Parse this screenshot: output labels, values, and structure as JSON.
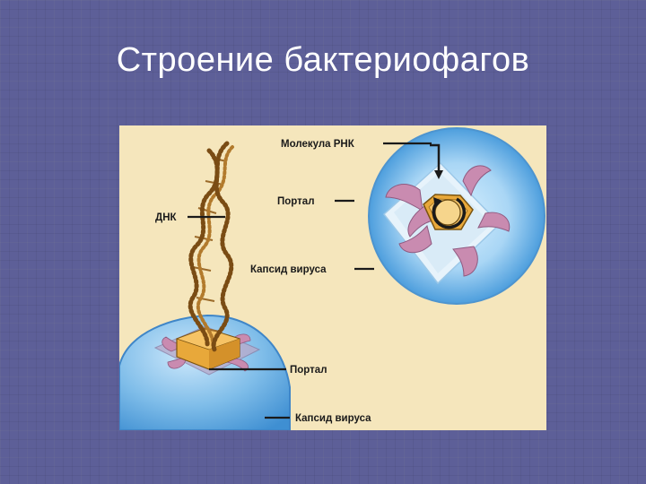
{
  "slide": {
    "title": "Строение бактериофагов"
  },
  "diagram": {
    "labels": {
      "rna_molecule": "Молекула РНК",
      "portal_top": "Портал",
      "dna": "ДНК",
      "capsid_top": "Капсид вируса",
      "portal_bottom": "Портал",
      "capsid_bottom": "Капсид вируса"
    },
    "colors": {
      "background": "#f5e6bc",
      "capsid_blue": "#6aaee0",
      "portal_orange": "#e8a83a",
      "protein_pink": "#c98bb0",
      "dna_brown": "#8a5a1c"
    }
  }
}
